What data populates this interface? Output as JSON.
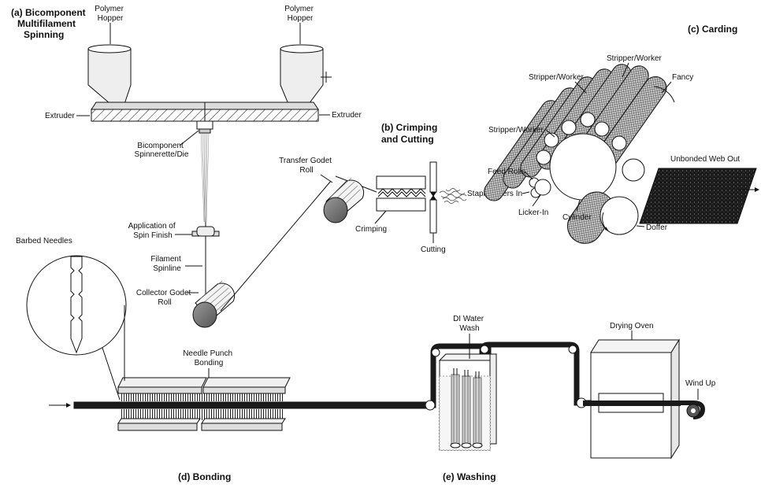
{
  "sections": {
    "spinning": [
      "(a) Bicomponent",
      "Multifilament",
      "Spinning"
    ],
    "crimping": [
      "(b) Crimping",
      "and Cutting"
    ],
    "carding": "(c) Carding",
    "bonding": "(d) Bonding",
    "washing": "(e) Washing"
  },
  "labels": {
    "hopper_left": [
      "Polymer",
      "Hopper"
    ],
    "hopper_right": [
      "Polymer",
      "Hopper"
    ],
    "extruder_left": "Extruder",
    "extruder_right": "Extruder",
    "spinnerette": [
      "Bicomponent",
      "Spinnerette/Die"
    ],
    "spin_finish": [
      "Application of",
      "Spin Finish"
    ],
    "spinline": [
      "Filament",
      "Spinline"
    ],
    "collector_godet": [
      "Collector Godet",
      "Roll"
    ],
    "transfer_godet": [
      "Transfer Godet",
      "Roll"
    ],
    "crimping": "Crimping",
    "cutting": "Cutting",
    "staple_fibers": "Staple Fibers In",
    "feed_rolls": "Feed Rolls",
    "licker_in": "Licker-In",
    "cylinder": "Cylinder",
    "doffer": "Doffer",
    "stripper_worker_1": "Stripper/Worker",
    "stripper_worker_2": "Stripper/Worker",
    "stripper_worker_3": "Stripper/Worker",
    "fancy": "Fancy",
    "unbonded_web": "Unbonded Web Out",
    "barbed_needles": "Barbed Needles",
    "needle_punch": [
      "Needle Punch",
      "Bonding"
    ],
    "di_water": [
      "DI Water",
      "Wash"
    ],
    "drying_oven": "Drying Oven",
    "wind_up": "Wind Up"
  }
}
